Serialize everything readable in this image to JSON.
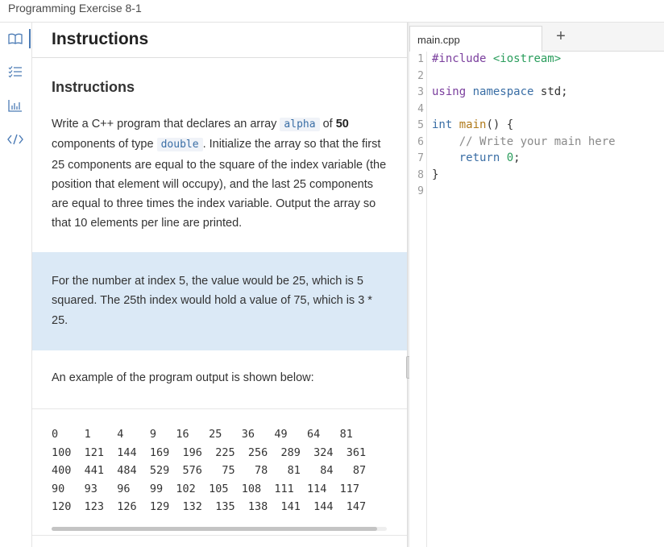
{
  "window": {
    "title": "Programming Exercise 8-1"
  },
  "rail": {
    "icons": [
      "book-icon",
      "list-icon",
      "chart-icon",
      "code-icon"
    ]
  },
  "instructions": {
    "header": "Instructions",
    "subheading": "Instructions",
    "para_1": "Write a C++ program that declares an array",
    "alpha": "alpha",
    "para_2": "of",
    "fifty": "50",
    "para_3": "components of type",
    "double": "double",
    "para_4": ". Initialize the array so that the first 25 components are equal to the square of the index variable (the position that element will occupy), and the last 25 components are equal to three times the index variable. Output the array so that 10 elements per line are printed.",
    "note": "For the number at index 5, the value would be 25, which is 5 squared. The 25th index would hold a value of 75, which is 3 * 25.",
    "example_intro": "An example of the program output is shown below:",
    "output_rows": [
      "0    1    4    9   16   25   36   49   64   81",
      "100  121  144  169  196  225  256  289  324  361",
      "400  441  484  529  576   75   78   81   84   87",
      "90   93   96   99  102  105  108  111  114  117",
      "120  123  126  129  132  135  138  141  144  147"
    ]
  },
  "editor": {
    "tab_label": "main.cpp",
    "add_tab": "+",
    "line_numbers": [
      "1",
      "2",
      "3",
      "4",
      "5",
      "6",
      "7",
      "8",
      "9"
    ],
    "code": {
      "l1_macro": "#include",
      "l1_inc": "<iostream>",
      "l3_using": "using",
      "l3_ns": "namespace",
      "l3_std": "std;",
      "l5_int": "int",
      "l5_main": "main",
      "l5_rest": "() {",
      "l6_comment": "// Write your main here",
      "l7_return": "return",
      "l7_zero": "0",
      "l7_semi": ";",
      "l8_close": "}"
    }
  }
}
